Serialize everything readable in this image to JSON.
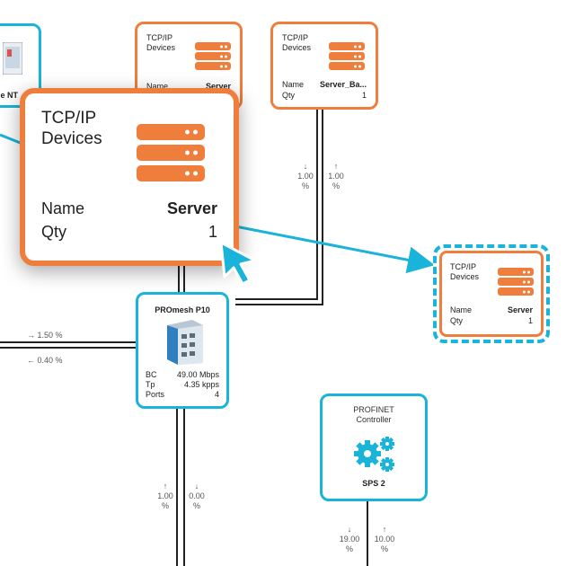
{
  "colors": {
    "orange": "#ef7d3c",
    "cyan": "#1ab3d9",
    "wire": "#222222"
  },
  "partial_node": {
    "label": "ge NT"
  },
  "server_top": {
    "title": "TCP/IP Devices",
    "name_label": "Name",
    "name_value": "Server",
    "icon": "server-stack-icon"
  },
  "server_backup": {
    "title": "TCP/IP Devices",
    "name_label": "Name",
    "name_value": "Server_Ba...",
    "qty_label": "Qty",
    "qty_value": "1",
    "icon": "server-stack-icon"
  },
  "server_zoom": {
    "title": "TCP/IP Devices",
    "name_label": "Name",
    "name_value": "Server",
    "qty_label": "Qty",
    "qty_value": "1",
    "icon": "server-stack-icon"
  },
  "server_target": {
    "title": "TCP/IP Devices",
    "name_label": "Name",
    "name_value": "Server",
    "qty_label": "Qty",
    "qty_value": "1",
    "icon": "server-stack-icon"
  },
  "promesh": {
    "title": "PROmesh P10",
    "rows": [
      {
        "label": "BC",
        "value": "49.00 Mbps"
      },
      {
        "label": "Tp",
        "value": "4.35 kpps"
      },
      {
        "label": "Ports",
        "value": "4"
      }
    ],
    "icon": "switch-device-icon"
  },
  "profinet": {
    "title": "PROFINET Controller",
    "name": "SPS 2",
    "icon": "gears-icon"
  },
  "link_labels": {
    "backup_down": {
      "arrow": "↓",
      "value": "1.00",
      "unit": "%"
    },
    "backup_up": {
      "arrow": "↑",
      "value": "1.00",
      "unit": "%"
    },
    "left_right": "→ 1.50 %",
    "left_left": "← 0.40 %",
    "bottom_up": {
      "arrow": "↑",
      "value": "1.00",
      "unit": "%"
    },
    "bottom_down": {
      "arrow": "↓",
      "value": "0.00",
      "unit": "%"
    },
    "sps_down": {
      "arrow": "↓",
      "value": "19.00",
      "unit": "%"
    },
    "sps_up": {
      "arrow": "↑",
      "value": "10.00",
      "unit": "%"
    }
  }
}
